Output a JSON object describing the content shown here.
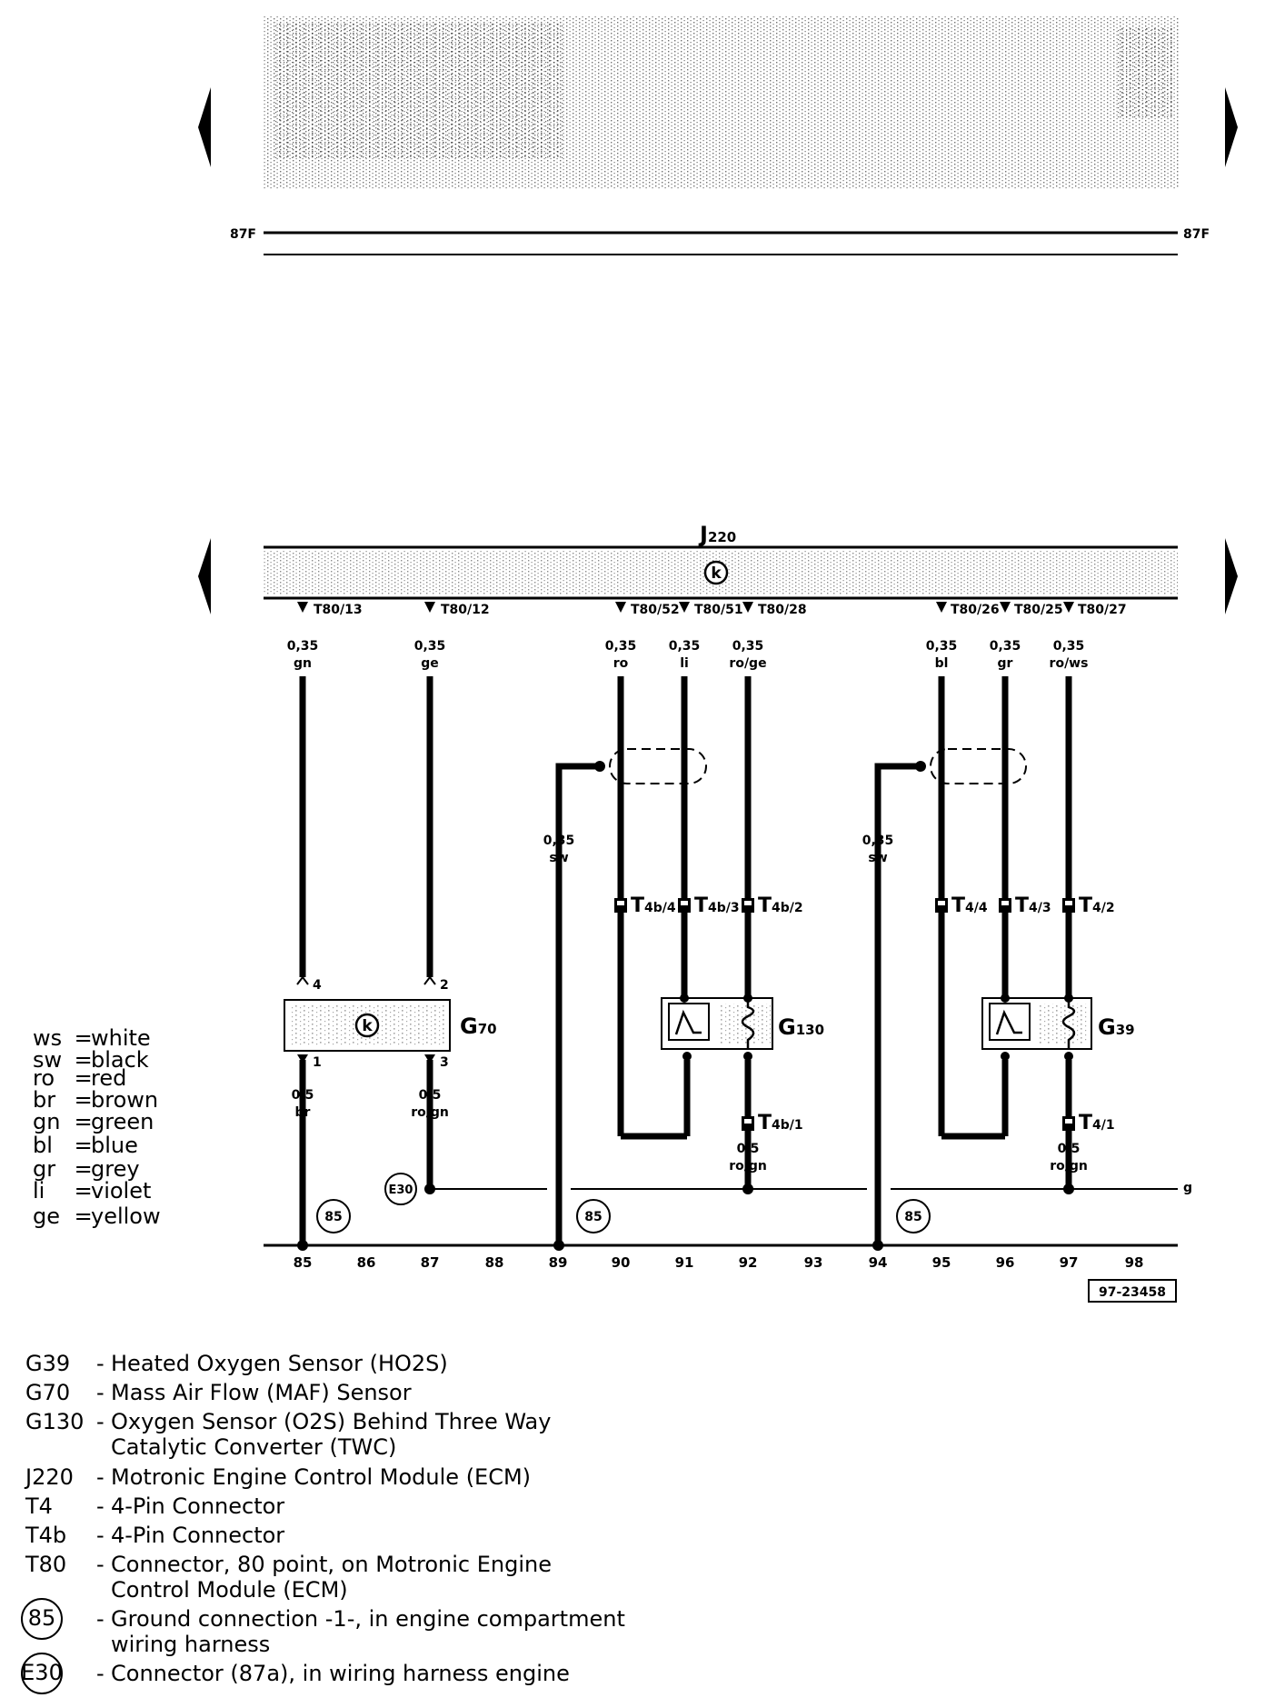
{
  "bus": {
    "left_label": "87F",
    "right_label": "87F"
  },
  "ecm": {
    "label": "J",
    "sub": "220",
    "symbol": "k"
  },
  "pins": [
    {
      "name": "T80/13",
      "size": "0,35",
      "color": "gn"
    },
    {
      "name": "T80/12",
      "size": "0,35",
      "color": "ge"
    },
    {
      "name": "T80/52",
      "size": "0,35",
      "color": "ro"
    },
    {
      "name": "T80/51",
      "size": "0,35",
      "color": "li"
    },
    {
      "name": "T80/28",
      "size": "0,35",
      "color": "ro/ge"
    },
    {
      "name": "T80/26",
      "size": "0,35",
      "color": "bl"
    },
    {
      "name": "T80/25",
      "size": "0,35",
      "color": "gr"
    },
    {
      "name": "T80/27",
      "size": "0,35",
      "color": "ro/ws"
    }
  ],
  "shield_wires": [
    {
      "size": "0,35",
      "color": "sw"
    },
    {
      "size": "0,35",
      "color": "sw"
    }
  ],
  "g70": {
    "label": "G",
    "sub": "70",
    "symbol": "k",
    "pin_top_left": "4",
    "pin_top_right": "2",
    "pin_bot_left": "1",
    "pin_bot_right": "3",
    "wire_left": {
      "size": "0,5",
      "color": "br"
    },
    "wire_right": {
      "size": "0,5",
      "color": "ro/gn"
    }
  },
  "g130": {
    "label": "G",
    "sub": "130"
  },
  "g39": {
    "label": "G",
    "sub": "39"
  },
  "connectors": {
    "t4b4": {
      "main": "T",
      "sub": "4b/4"
    },
    "t4b3": {
      "main": "T",
      "sub": "4b/3"
    },
    "t4b2": {
      "main": "T",
      "sub": "4b/2"
    },
    "t4b1": {
      "main": "T",
      "sub": "4b/1"
    },
    "t44": {
      "main": "T",
      "sub": "4/4"
    },
    "t43": {
      "main": "T",
      "sub": "4/3"
    },
    "t42": {
      "main": "T",
      "sub": "4/2"
    },
    "t41": {
      "main": "T",
      "sub": "4/1"
    }
  },
  "g130_out": {
    "size": "0,5",
    "color": "ro/gn"
  },
  "g39_out": {
    "size": "0,5",
    "color": "ro/gn"
  },
  "e30": "E30",
  "g_label": "g",
  "ground_tags": [
    "85",
    "85",
    "85"
  ],
  "grid_numbers": [
    "85",
    "86",
    "87",
    "88",
    "89",
    "90",
    "91",
    "92",
    "93",
    "94",
    "95",
    "96",
    "97",
    "98"
  ],
  "ref_code": "97-23458",
  "color_legend": [
    {
      "code": "ws",
      "name": "white"
    },
    {
      "code": "sw",
      "name": "black"
    },
    {
      "code": "ro",
      "name": "red"
    },
    {
      "code": "br",
      "name": "brown"
    },
    {
      "code": "gn",
      "name": "green"
    },
    {
      "code": "bl",
      "name": "blue"
    },
    {
      "code": "gr",
      "name": "grey"
    },
    {
      "code": "li",
      "name": "violet"
    },
    {
      "code": "ge",
      "name": "yellow"
    }
  ],
  "components": [
    {
      "code": "G39",
      "lines": [
        "Heated Oxygen Sensor (HO2S)"
      ]
    },
    {
      "code": "G70",
      "lines": [
        "Mass Air Flow (MAF) Sensor"
      ]
    },
    {
      "code": "G130",
      "lines": [
        "Oxygen Sensor (O2S) Behind Three Way",
        "Catalytic Converter (TWC)"
      ]
    },
    {
      "code": "J220",
      "lines": [
        "Motronic Engine Control Module (ECM)"
      ]
    },
    {
      "code": "T4",
      "lines": [
        "4-Pin Connector"
      ]
    },
    {
      "code": "T4b",
      "lines": [
        "4-Pin Connector"
      ]
    },
    {
      "code": "T80",
      "lines": [
        "Connector, 80 point, on Motronic Engine",
        "Control Module (ECM)"
      ]
    },
    {
      "code": "85",
      "circled": true,
      "lines": [
        "Ground connection -1-, in engine compartment",
        "wiring harness"
      ]
    },
    {
      "code": "E30",
      "circled": true,
      "lines": [
        "Connector (87a), in wiring harness engine"
      ]
    }
  ]
}
